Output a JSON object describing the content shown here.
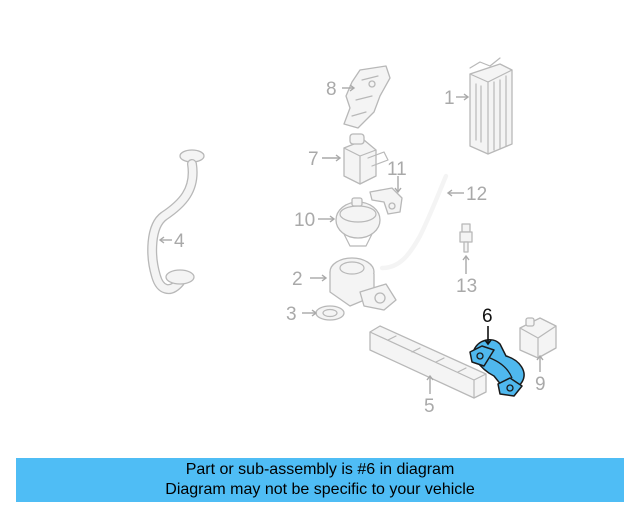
{
  "diagram": {
    "highlight_color": "#4fb8ee",
    "highlighted_part": "6",
    "callouts": [
      "1",
      "2",
      "3",
      "4",
      "5",
      "6",
      "7",
      "8",
      "9",
      "10",
      "11",
      "12",
      "13"
    ]
  },
  "banner": {
    "color": "#4fbdf5",
    "line1": "Part or sub-assembly is #6 in diagram",
    "line2": "Diagram may not be specific to your vehicle"
  }
}
